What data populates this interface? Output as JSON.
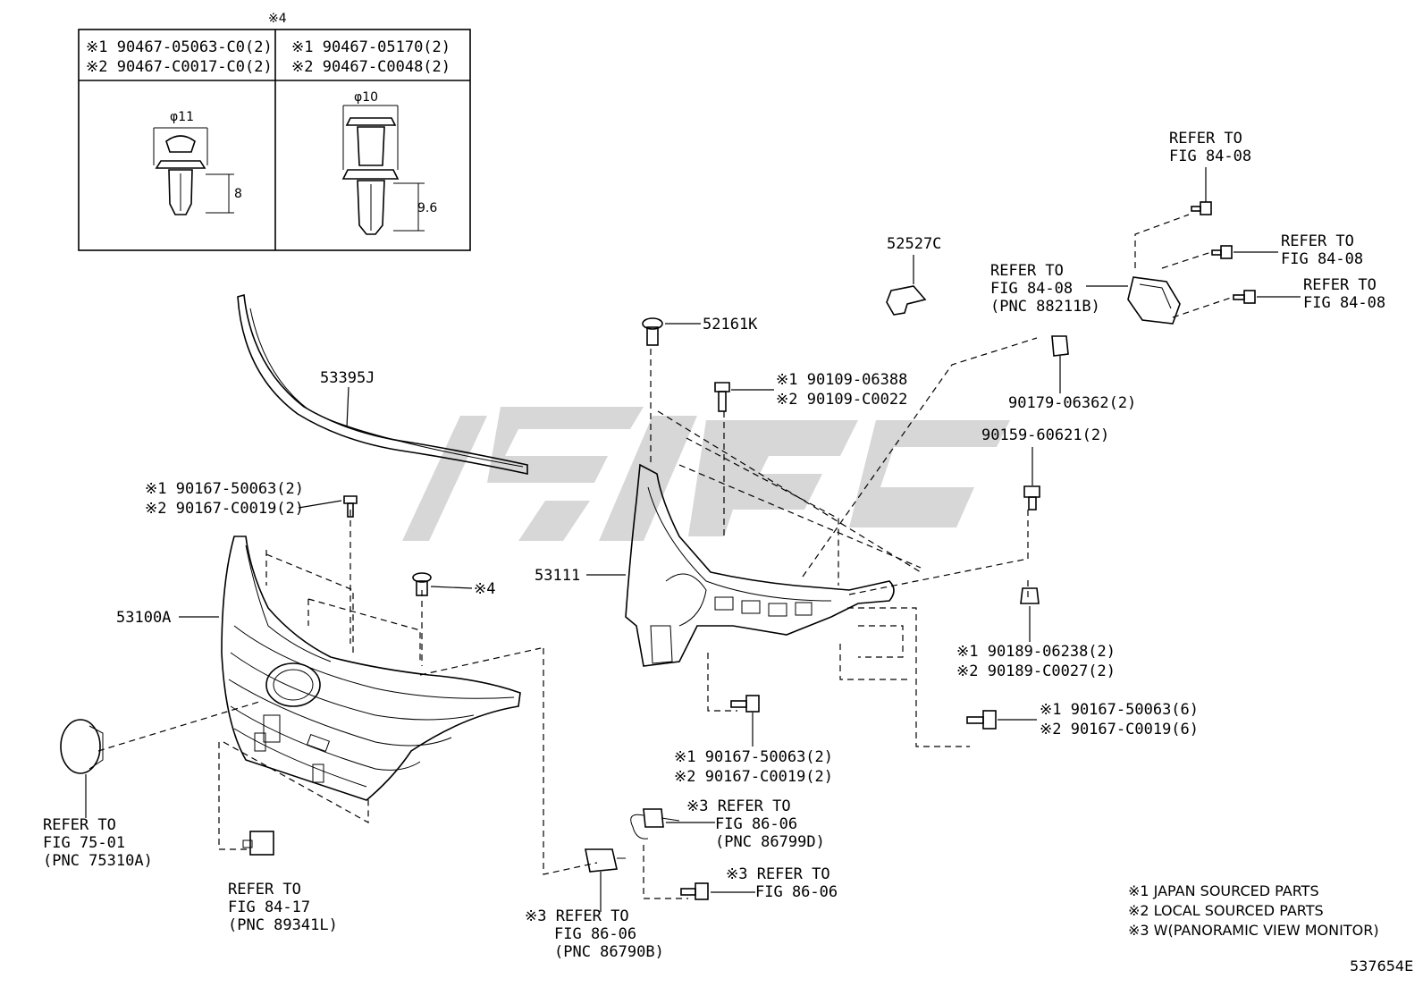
{
  "table": {
    "note_mark": "※4",
    "col1_line1": "※1 90467-05063-C0(2)",
    "col1_line2": "※2 90467-C0017-C0(2)",
    "col2_line1": "※1 90467-05170(2)",
    "col2_line2": "※2 90467-C0048(2)",
    "clip1_diameter": "φ11",
    "clip1_height": "8",
    "clip2_diameter": "φ10",
    "clip2_height": "9.6"
  },
  "labels": {
    "p53395J": "53395J",
    "p52161K": "52161K",
    "p52527C": "52527C",
    "p53111": "53111",
    "p53100A": "53100A",
    "clip_mark": "※4",
    "screw_top_1": "※1 90167-50063(2)",
    "screw_top_2": "※2 90167-C0019(2)",
    "bolt_a_1": "※1 90109-06388",
    "bolt_a_2": "※2 90109-C0022",
    "nut_90179": "90179-06362(2)",
    "bolt_90159": "90159-60621(2)",
    "nut_90189_1": "※1 90189-06238(2)",
    "nut_90189_2": "※2 90189-C0027(2)",
    "screw_r_1": "※1 90167-50063(6)",
    "screw_r_2": "※2 90167-C0019(6)",
    "screw_b_1": "※1 90167-50063(2)",
    "screw_b_2": "※2 90167-C0019(2)",
    "refer_8408_a1": "REFER TO",
    "refer_8408_a2": "FIG 84-08",
    "refer_8408_b1": "REFER TO",
    "refer_8408_b2": "FIG 84-08",
    "refer_8408_c1": "REFER TO",
    "refer_8408_c2": "FIG 84-08",
    "refer_8408_d1": "REFER TO",
    "refer_8408_d2": "FIG 84-08",
    "refer_8408_d3": "(PNC 88211B)",
    "refer_7501_1": "REFER TO",
    "refer_7501_2": "FIG 75-01",
    "refer_7501_3": "(PNC 75310A)",
    "refer_8417_1": "REFER TO",
    "refer_8417_2": "FIG 84-17",
    "refer_8417_3": "(PNC 89341L)",
    "refer_8606_a1": "※3 REFER TO",
    "refer_8606_a2": "FIG 86-06",
    "refer_8606_a3": "(PNC 86799D)",
    "refer_8606_b1": "※3 REFER TO",
    "refer_8606_b2": "FIG 86-06",
    "refer_8606_c1": "※3 REFER TO",
    "refer_8606_c2": "FIG 86-06",
    "refer_8606_c3": "(PNC 86790B)"
  },
  "legend": {
    "line1": "※1 JAPAN SOURCED PARTS",
    "line2": "※2 LOCAL SOURCED PARTS",
    "line3": "※3 W(PANORAMIC VIEW MONITOR)"
  },
  "figure_id": "537654E"
}
